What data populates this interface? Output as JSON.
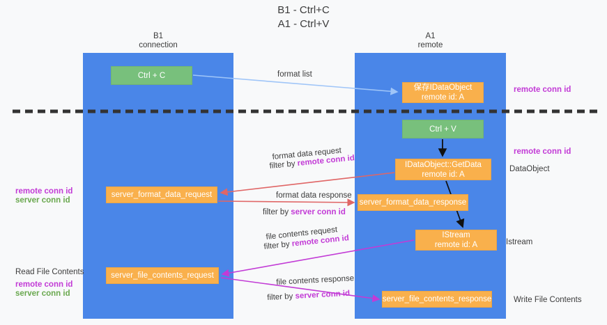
{
  "title": {
    "line1": "B1 - Ctrl+C",
    "line2": "A1 - Ctrl+V"
  },
  "lanes": [
    {
      "id": "b1",
      "name": "B1",
      "role": "connection"
    },
    {
      "id": "a1",
      "name": "A1",
      "role": "remote"
    }
  ],
  "nodes": {
    "ctrl_c": {
      "line1": "Ctrl + C",
      "line2": "",
      "color": "#78c07c"
    },
    "save_ido": {
      "line1": "保存IDataObject",
      "line2": "remote id: A",
      "color": "#f9b04c"
    },
    "ctrl_v": {
      "line1": "Ctrl + V",
      "line2": "",
      "color": "#78c07c"
    },
    "getdata": {
      "line1": "IDataObject::GetData",
      "line2": "remote id: A",
      "color": "#f9b04c"
    },
    "sfd_req": {
      "line1": "server_format_data_request",
      "line2": "",
      "color": "#f9b04c"
    },
    "sfd_res": {
      "line1": "server_format_data_response",
      "line2": "",
      "color": "#f9b04c"
    },
    "istream": {
      "line1": "IStream",
      "line2": "remote id: A",
      "color": "#f9b04c"
    },
    "sfc_req": {
      "line1": "server_file_contents_request",
      "line2": "",
      "color": "#f9b04c"
    },
    "sfc_res": {
      "line1": "server_file_contents_response",
      "line2": "",
      "color": "#f9b04c"
    }
  },
  "edges": {
    "format_list": {
      "caption": "format list",
      "color": "#9fc5f8"
    },
    "format_data_request": {
      "caption": "format data request",
      "filter_prefix": "filter by ",
      "filter_key": "remote conn id",
      "color": "#e06666"
    },
    "format_data_response": {
      "caption": "format data response",
      "filter_prefix": "filter by ",
      "filter_key": "server conn id",
      "color": "#e06666"
    },
    "file_contents_request": {
      "caption": "file contents request",
      "filter_prefix": "filter by ",
      "filter_key": "remote conn id",
      "color": "#c23bd6"
    },
    "file_contents_response": {
      "caption": "file contents response",
      "filter_prefix": "filter by ",
      "filter_key": "server conn id",
      "color": "#c23bd6"
    }
  },
  "right_labels": {
    "remote_conn_id_top": "remote conn id",
    "remote_conn_id_mid": "remote conn id",
    "dataobject": "DataObject",
    "istream": "Istream",
    "write_file_contents": "Write File Contents"
  },
  "left_labels": {
    "remote_conn_id_a": "remote conn id",
    "server_conn_id_a": "server conn id",
    "read_file_contents": "Read File Contents",
    "remote_conn_id_b": "remote conn id",
    "server_conn_id_b": "server conn id"
  },
  "colors": {
    "lane": "#4a86e8",
    "node_green": "#78c07c",
    "node_orange": "#f9b04c",
    "purple": "#c23bd6",
    "green_text": "#6aa84f",
    "red_arrow": "#e06666",
    "light_blue_arrow": "#9fc5f8",
    "divider": "#333333",
    "background": "#f8f9fa"
  }
}
